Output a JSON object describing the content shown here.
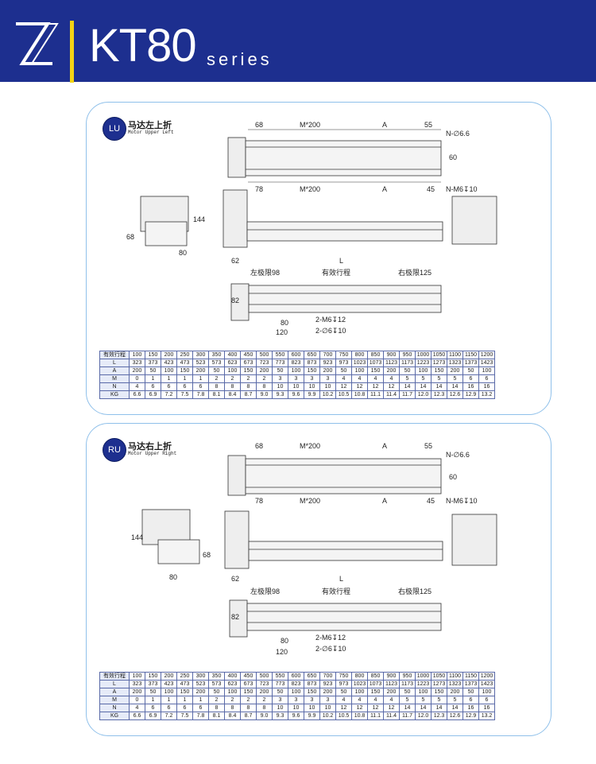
{
  "header": {
    "title": "KT80",
    "subtitle": "series"
  },
  "sections": [
    {
      "badge": "LU",
      "name_cn": "马达左上折",
      "name_en": "Motor Upper Left"
    },
    {
      "badge": "RU",
      "name_cn": "马达右上折",
      "name_en": "Motor Upper Right"
    }
  ],
  "dims": {
    "d68": "68",
    "m200": "M*200",
    "a": "A",
    "d55": "55",
    "hole": "N-∅6.6",
    "d60": "60",
    "d78": "78",
    "d45": "45",
    "thread": "N-M6↧10",
    "d144": "144",
    "d80": "80",
    "d62": "62",
    "L": "L",
    "left_limit": "左极限98",
    "stroke": "有效行程",
    "right_limit": "右极限125",
    "d82": "82",
    "d120": "120",
    "m6_12": "2-M6↧12",
    "phi6_10": "2-∅6↧10"
  },
  "table": {
    "headers": [
      "有效行程",
      "L",
      "A",
      "M",
      "N",
      "KG"
    ],
    "rows": [
      [
        "100",
        "150",
        "200",
        "250",
        "300",
        "350",
        "400",
        "450",
        "500",
        "550",
        "600",
        "650",
        "700",
        "750",
        "800",
        "850",
        "900",
        "950",
        "1000",
        "1050",
        "1100",
        "1150",
        "1200"
      ],
      [
        "323",
        "373",
        "423",
        "473",
        "523",
        "573",
        "623",
        "673",
        "723",
        "773",
        "823",
        "873",
        "923",
        "973",
        "1023",
        "1073",
        "1123",
        "1173",
        "1223",
        "1273",
        "1323",
        "1373",
        "1423"
      ],
      [
        "200",
        "50",
        "100",
        "150",
        "200",
        "50",
        "100",
        "150",
        "200",
        "50",
        "100",
        "150",
        "200",
        "50",
        "100",
        "150",
        "200",
        "50",
        "100",
        "150",
        "200",
        "50",
        "100"
      ],
      [
        "0",
        "1",
        "1",
        "1",
        "1",
        "2",
        "2",
        "2",
        "2",
        "3",
        "3",
        "3",
        "3",
        "4",
        "4",
        "4",
        "4",
        "5",
        "5",
        "5",
        "5",
        "6",
        "6"
      ],
      [
        "4",
        "6",
        "6",
        "6",
        "6",
        "8",
        "8",
        "8",
        "8",
        "10",
        "10",
        "10",
        "10",
        "12",
        "12",
        "12",
        "12",
        "14",
        "14",
        "14",
        "14",
        "16",
        "16"
      ],
      [
        "6.6",
        "6.9",
        "7.2",
        "7.5",
        "7.8",
        "8.1",
        "8.4",
        "8.7",
        "9.0",
        "9.3",
        "9.6",
        "9.9",
        "10.2",
        "10.5",
        "10.8",
        "11.1",
        "11.4",
        "11.7",
        "12.0",
        "12.3",
        "12.6",
        "12.9",
        "13.2"
      ]
    ]
  }
}
